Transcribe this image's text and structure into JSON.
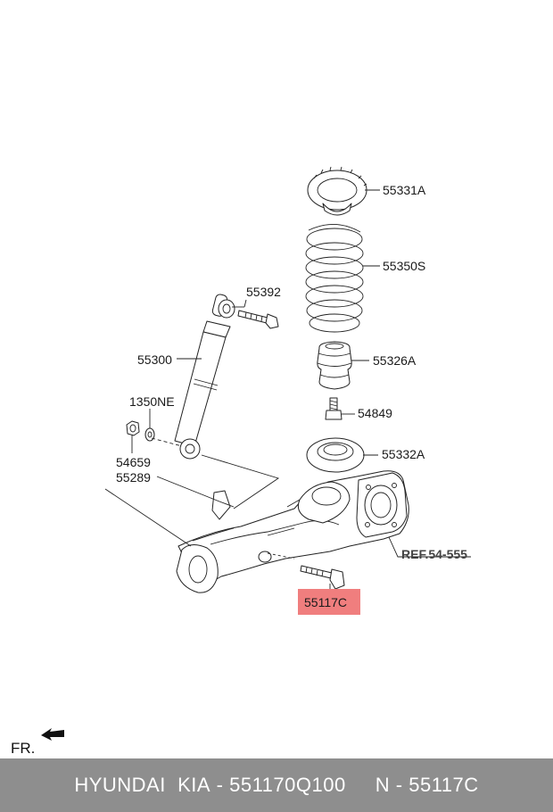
{
  "labels": {
    "p55331A": "55331A",
    "p55350S": "55350S",
    "p55392": "55392",
    "p55300": "55300",
    "p55326A": "55326A",
    "p1350NE": "1350NE",
    "p54849": "54849",
    "p54659": "54659",
    "p55332A": "55332A",
    "p55289": "55289",
    "ref": "REF.54-555",
    "p55117C": "55117C",
    "fr": "FR."
  },
  "footer": {
    "brand": "HYUNDAI  KIA",
    "separator1": " - ",
    "part_number": "551170Q100",
    "gap": "     ",
    "n_label": "N",
    "separator2": " - ",
    "n_value": "55117C"
  },
  "colors": {
    "highlight": "#f07e7e",
    "footer_bg": "#8e8e8e",
    "footer_text": "#ffffff",
    "line": "#222222"
  }
}
